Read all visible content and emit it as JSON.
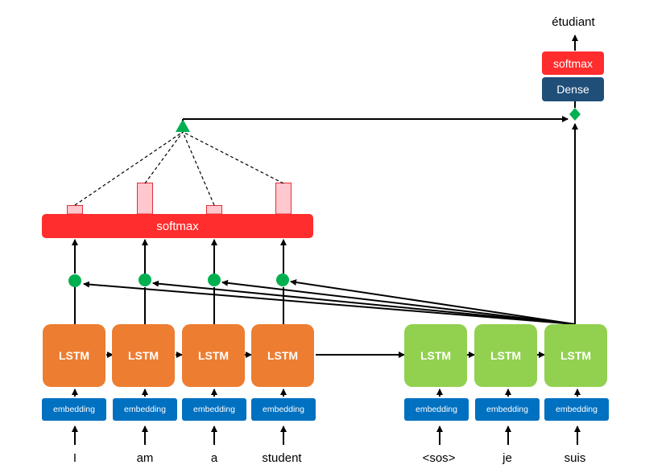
{
  "encoder": {
    "lstm_label": "LSTM",
    "embedding_label": "embedding",
    "inputs": [
      "I",
      "am",
      "a",
      "student"
    ]
  },
  "decoder": {
    "lstm_label": "LSTM",
    "embedding_label": "embedding",
    "inputs": [
      "<sos>",
      "je",
      "suis"
    ]
  },
  "attention": {
    "softmax_label": "softmax",
    "weights": [
      0.15,
      0.55,
      0.15,
      0.55
    ]
  },
  "output": {
    "softmax_label": "softmax",
    "dense_label": "Dense",
    "word": "étudiant"
  },
  "colors": {
    "encoder_lstm": "#ED7D31",
    "decoder_lstm": "#92D050",
    "embedding": "#0070C0",
    "softmax": "#FF2D2D",
    "dense": "#1F4E79",
    "attention_node": "#00B050",
    "attention_bar": "#FFC7CE"
  }
}
